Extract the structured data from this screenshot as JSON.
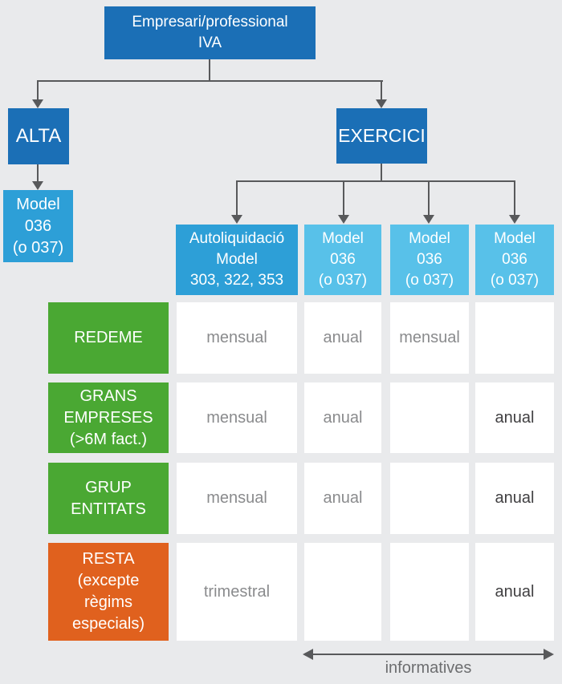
{
  "colors": {
    "background": "#e9eaec",
    "dark_blue": "#1b6fb6",
    "medium_blue": "#2d9fd7",
    "light_blue": "#58c1e9",
    "green": "#4aa833",
    "orange": "#e0611e",
    "connector_gray": "#58595b",
    "cell_text_gray": "#8a8b8d",
    "cell_text_dark": "#414042"
  },
  "nodes": {
    "root": "Empresari/professional\nIVA",
    "alta": "ALTA",
    "exercici": "EXERCICI",
    "alta_model": "Model\n036\n(o 037)"
  },
  "columns": [
    {
      "label": "Autoliquidació\nModel\n303, 322, 353"
    },
    {
      "label": "Model\n036\n(o 037)"
    },
    {
      "label": "Model\n036\n(o 037)"
    },
    {
      "label": "Model\n036\n(o 037)"
    }
  ],
  "rows": [
    {
      "label": "REDEME",
      "cells": [
        "mensual",
        "anual",
        "mensual",
        ""
      ]
    },
    {
      "label": "GRANS\nEMPRESES\n(>6M fact.)",
      "cells": [
        "mensual",
        "anual",
        "",
        "anual"
      ]
    },
    {
      "label": "GRUP\nENTITATS",
      "cells": [
        "mensual",
        "anual",
        "",
        "anual"
      ]
    },
    {
      "label": "RESTA\n(excepte\nrègims\nespecials)",
      "cells": [
        "trimestral",
        "",
        "",
        "anual"
      ]
    }
  ],
  "footer": {
    "label": "informatives"
  }
}
